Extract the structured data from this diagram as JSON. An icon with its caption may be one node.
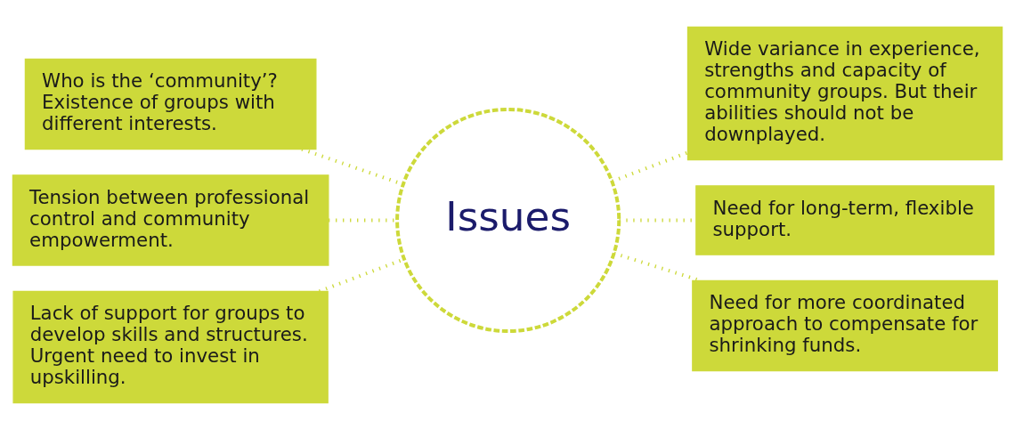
{
  "diagram": {
    "nodes": [
      {
        "text": [
          "Who is the ‘community’? Existence of groups with different interests."
        ]
      },
      {
        "text": [
          "Tension between professional control and community empowerment."
        ]
      },
      {
        "text": [
          "Lack of support for groups to develop skills and structures. Urgent need to invest in upskilling."
        ]
      },
      {
        "text": [
          "Issues"
        ]
      },
      {
        "text": [
          "Wide variance in experience, strengths and capacity of community groups. But their abilities should not be downplayed."
        ]
      },
      {
        "text": [
          "Need for long-term, flexible support."
        ]
      },
      {
        "text": [
          "Need for more coordinated approach to compensate for shrinking funds."
        ]
      }
    ],
    "edges": [
      {
        "from": 0,
        "to": 3,
        "arrow": "none",
        "style": "dashed"
      },
      {
        "from": 1,
        "to": 3,
        "arrow": "none",
        "style": "dashed"
      },
      {
        "from": 2,
        "to": 3,
        "arrow": "none",
        "style": "dashed"
      },
      {
        "from": 3,
        "to": 4,
        "arrow": "none",
        "style": "dashed"
      },
      {
        "from": 3,
        "to": 5,
        "arrow": "none",
        "style": "dashed"
      },
      {
        "from": 3,
        "to": 6,
        "arrow": "none",
        "style": "dashed"
      }
    ]
  }
}
